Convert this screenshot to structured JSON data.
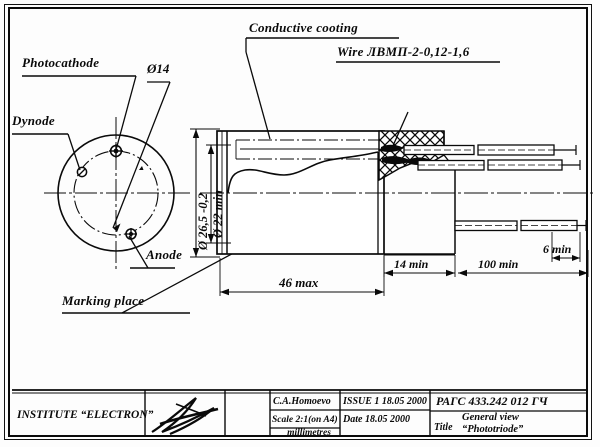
{
  "drawing": {
    "sheet_title": "General view Phototriode",
    "annotations": {
      "photocathode": "Photocathode",
      "dynode": "Dynode",
      "anode": "Anode",
      "marking_place": "Marking place",
      "conductive_coating": "Conductive  cooting",
      "wire": "Wire ЛВМП-2-0,12-1,6",
      "dia14": "Ø14"
    },
    "dimensions": {
      "outer_dia": "Ø 26,5 -0,2",
      "inner_dia": "Ø 22 min",
      "len_46": "46 max",
      "len_14": "14 min",
      "len_100": "100 min",
      "len_6": "6 min"
    }
  },
  "title_block": {
    "institute": "INSTITUTE “ELECTRON”",
    "signature": "",
    "author": "C.A.Homoevo",
    "issue": "ISSUE 1  18.05 2000",
    "scale_label": "Scale 2:1(on A4)",
    "units": "millimetres",
    "date": "Date 18.05 2000",
    "doc_number": "РАГС 433.242 012 ГЧ",
    "title_prefix": "Title",
    "title_value_line1": "General view",
    "title_value_line2": "“Phototriode”"
  },
  "colors": {
    "ink": "#0a0a0a",
    "paper": "#fdfdfd"
  }
}
